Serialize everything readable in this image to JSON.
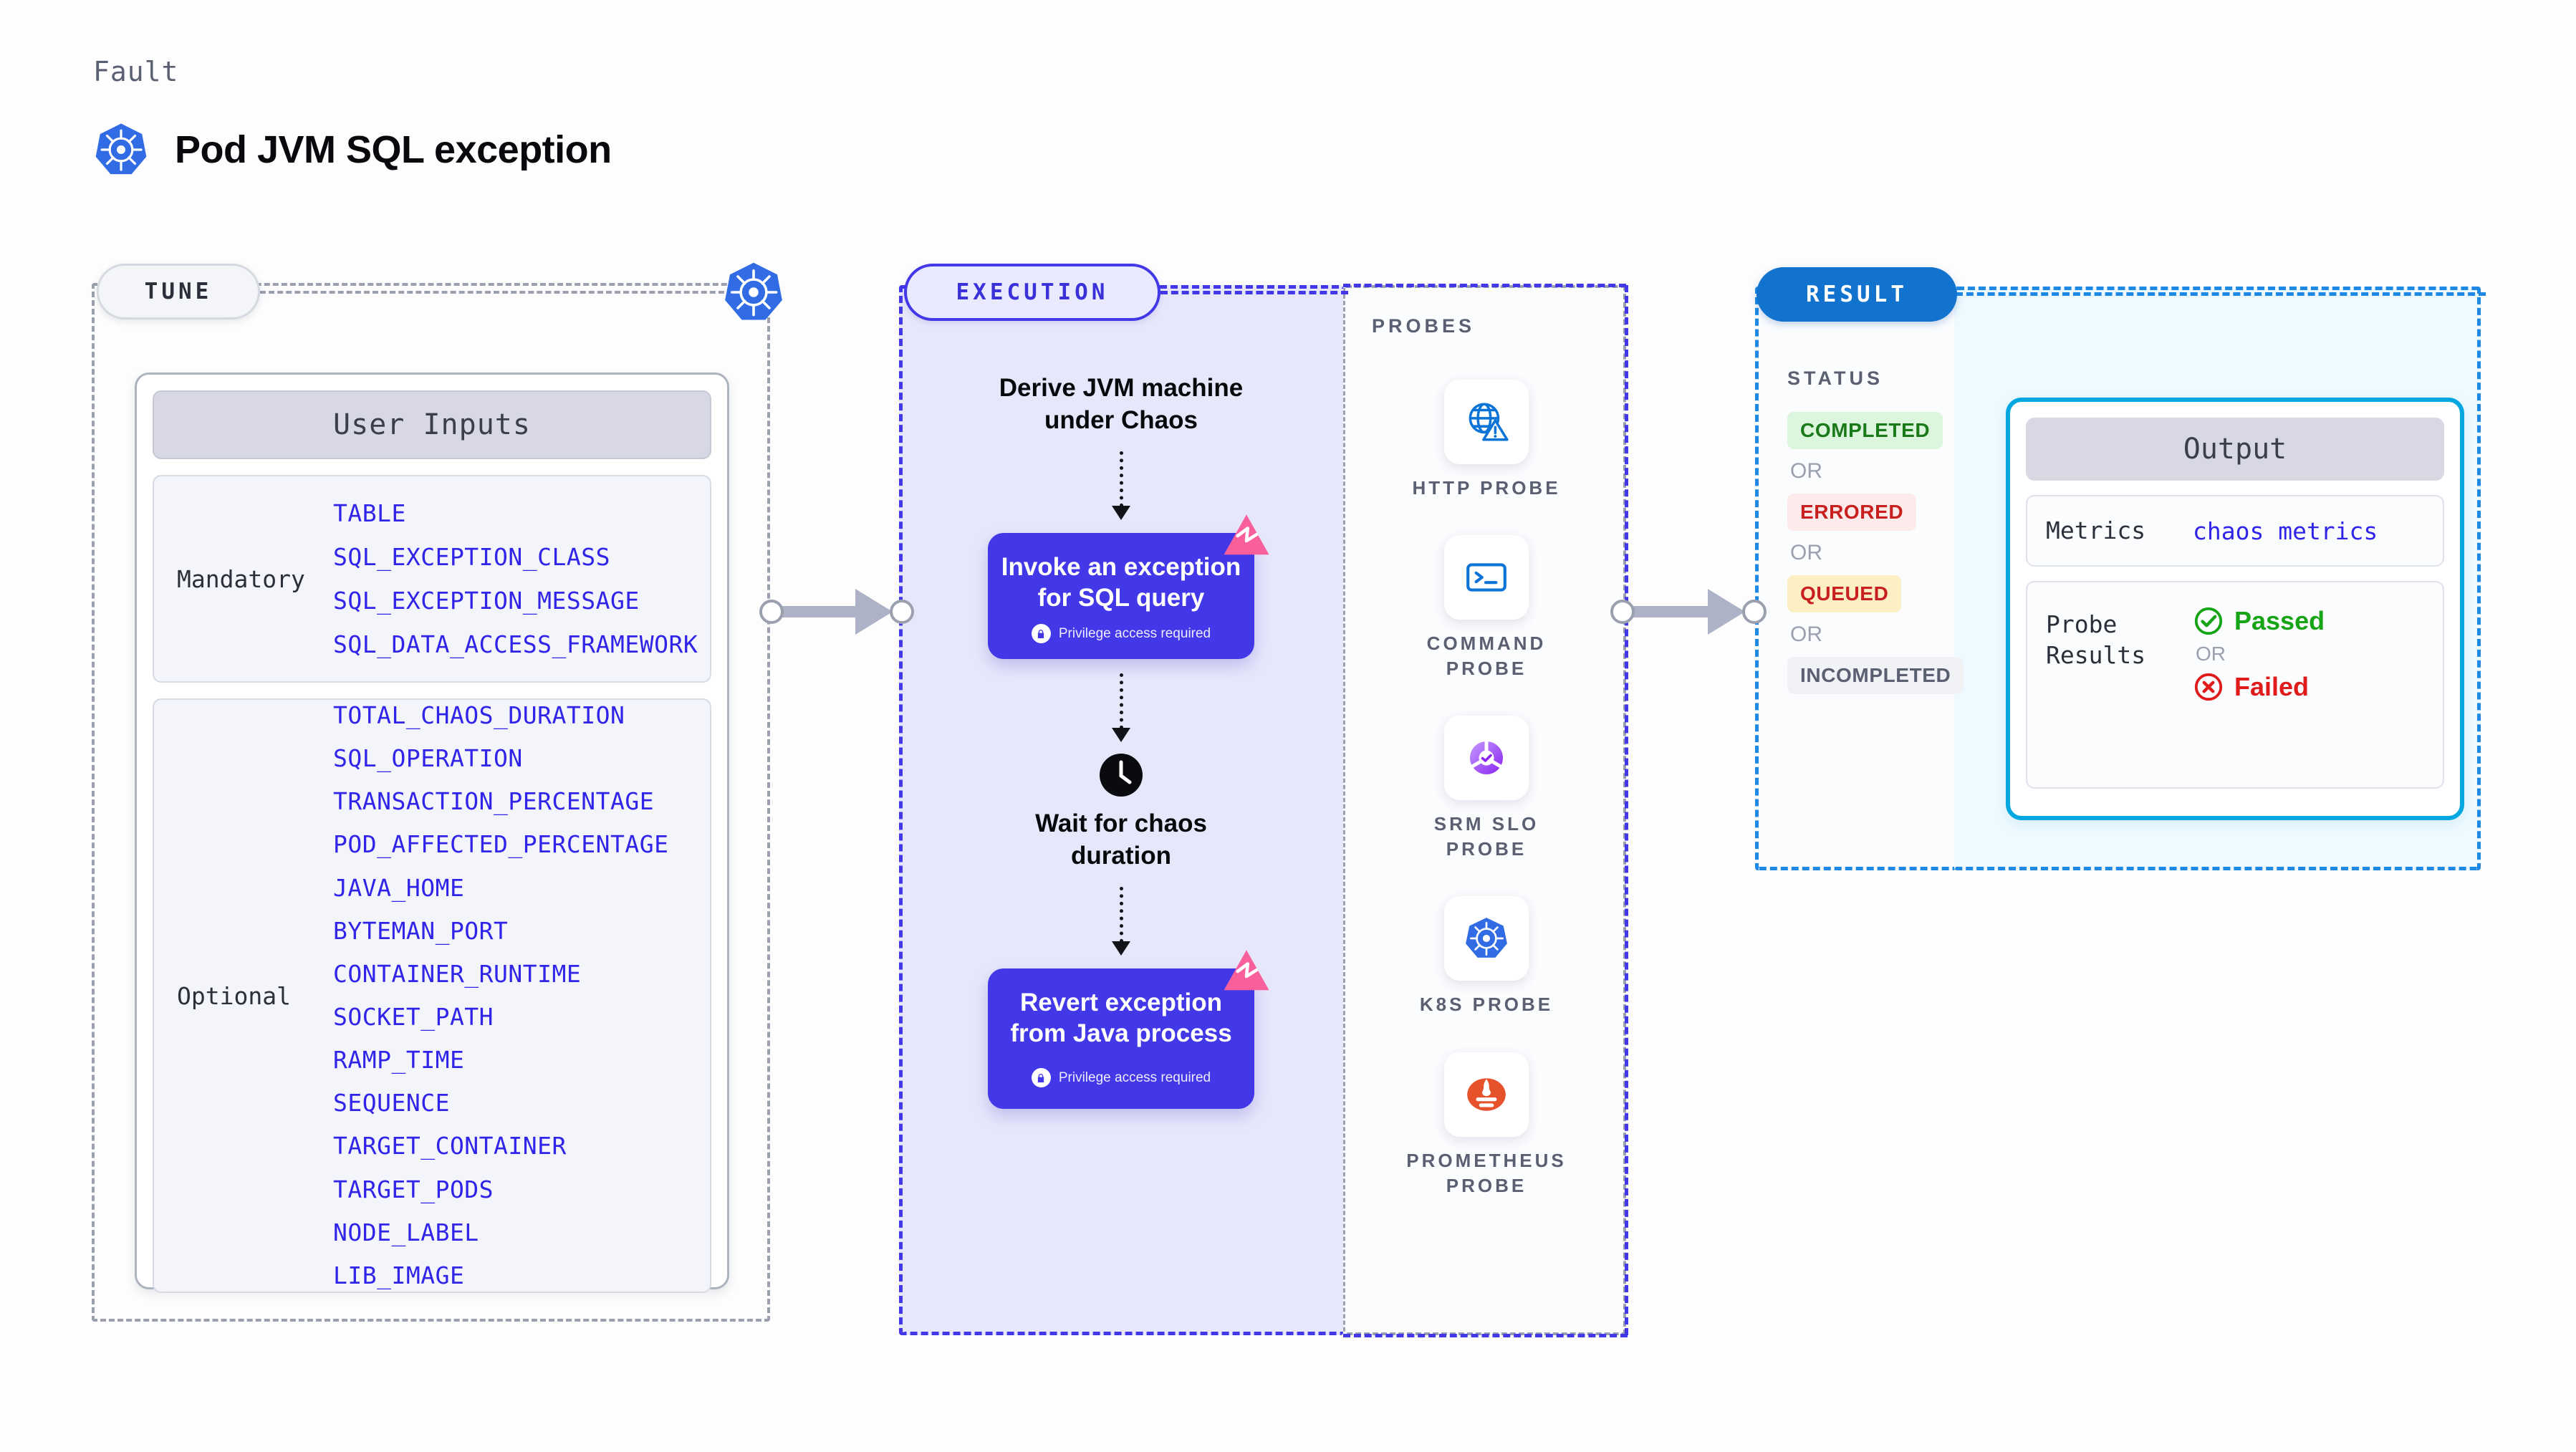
{
  "header": {
    "eyebrow": "Fault",
    "title": "Pod JVM SQL exception",
    "icon": "kubernetes-icon"
  },
  "tune": {
    "tab_label": "TUNE",
    "card_title": "User Inputs",
    "groups": [
      {
        "label": "Mandatory",
        "params": [
          "TABLE",
          "SQL_EXCEPTION_CLASS",
          "SQL_EXCEPTION_MESSAGE",
          "SQL_DATA_ACCESS_FRAMEWORK"
        ]
      },
      {
        "label": "Optional",
        "params": [
          "TOTAL_CHAOS_DURATION",
          "SQL_OPERATION",
          "TRANSACTION_PERCENTAGE",
          "POD_AFFECTED_PERCENTAGE",
          "JAVA_HOME",
          "BYTEMAN_PORT",
          "CONTAINER_RUNTIME",
          "SOCKET_PATH",
          "RAMP_TIME",
          "SEQUENCE",
          "TARGET_CONTAINER",
          "TARGET_PODS",
          "NODE_LABEL",
          "LIB_IMAGE"
        ]
      }
    ]
  },
  "execution": {
    "tab_label": "EXECUTION",
    "step1_text": "Derive JVM machine\nunder Chaos",
    "card1_title": "Invoke an exception\nfor SQL query",
    "card1_sub": "Privilege access required",
    "wait_text": "Wait for chaos\nduration",
    "card2_title": "Revert exception\nfrom Java process",
    "card2_sub": "Privilege access required",
    "badge_icon": "litmus-logo-icon",
    "clock_icon": "clock-icon",
    "lock_icon": "lock-icon"
  },
  "probes": {
    "label": "PROBES",
    "items": [
      {
        "name": "HTTP  PROBE",
        "icon": "globe-warning-icon"
      },
      {
        "name": "COMMAND\nPROBE",
        "icon": "terminal-icon"
      },
      {
        "name": "SRM  SLO\nPROBE",
        "icon": "srm-slo-icon"
      },
      {
        "name": "K8S  PROBE",
        "icon": "kubernetes-icon"
      },
      {
        "name": "PROMETHEUS\nPROBE",
        "icon": "prometheus-icon"
      }
    ]
  },
  "result": {
    "tab_label": "RESULT",
    "status_label": "STATUS",
    "or_label": "OR",
    "statuses": [
      {
        "text": "COMPLETED",
        "style": "st-completed"
      },
      {
        "text": "ERRORED",
        "style": "st-errored"
      },
      {
        "text": "QUEUED",
        "style": "st-queued"
      },
      {
        "text": "INCOMPLETED",
        "style": "st-incompleted"
      }
    ]
  },
  "output": {
    "title": "Output",
    "metrics_key": "Metrics",
    "metrics_value": "chaos metrics",
    "probe_key": "Probe\nResults",
    "passed_label": "Passed",
    "or_label": "OR",
    "failed_label": "Failed",
    "pass_icon": "check-circle-icon",
    "fail_icon": "x-circle-icon"
  },
  "colors": {
    "accent_indigo": "#4338e8",
    "accent_blue": "#1273ce",
    "accent_cyan": "#00a7e1",
    "param_blue": "#2f24e8",
    "pink_badge": "#f9609b",
    "pass_green": "#17a517",
    "fail_red": "#e01b1b"
  }
}
